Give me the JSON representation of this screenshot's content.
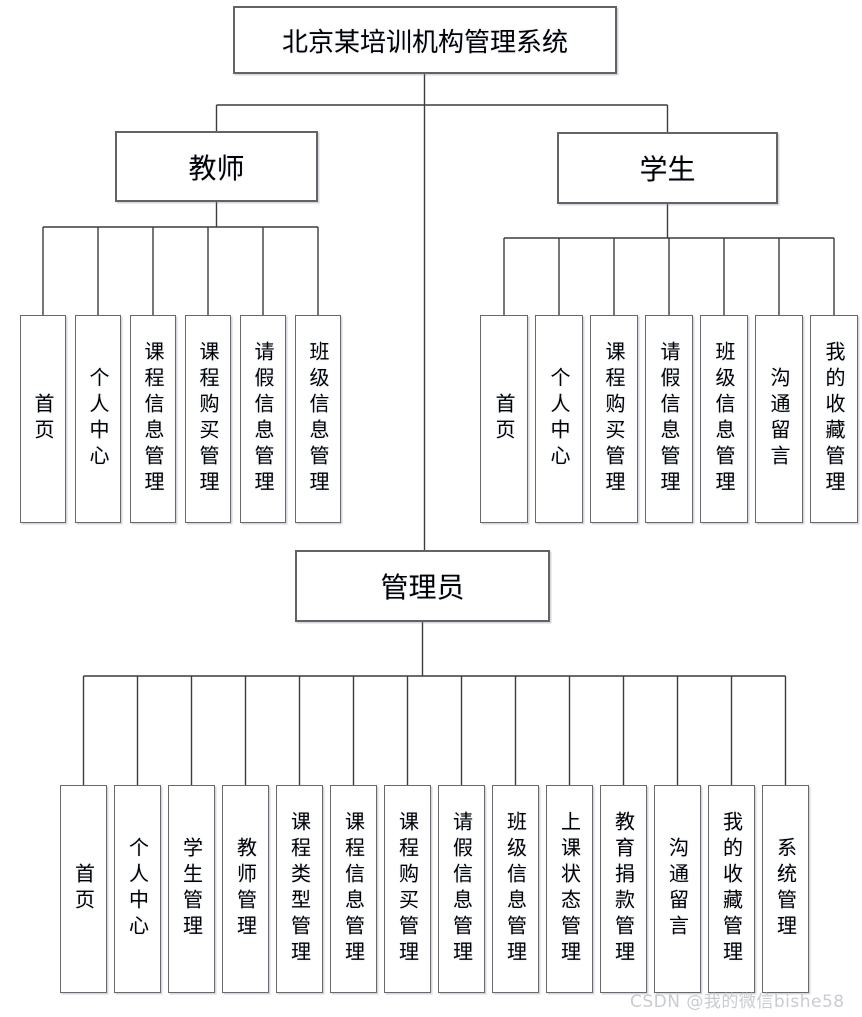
{
  "tree": {
    "root": {
      "label": "北京某培训机构管理系统"
    },
    "branches": [
      {
        "label": "教师",
        "children": [
          "首页",
          "个人中心",
          "课程信息管理",
          "课程购买管理",
          "请假信息管理",
          "班级信息管理"
        ]
      },
      {
        "label": "学生",
        "children": [
          "首页",
          "个人中心",
          "课程购买管理",
          "请假信息管理",
          "班级信息管理",
          "沟通留言",
          "我的收藏管理"
        ]
      },
      {
        "label": "管理员",
        "children": [
          "首页",
          "个人中心",
          "学生管理",
          "教师管理",
          "课程类型管理",
          "课程信息管理",
          "课程购买管理",
          "请假信息管理",
          "班级信息管理",
          "上课状态管理",
          "教育捐款管理",
          "沟通留言",
          "我的收藏管理",
          "系统管理"
        ]
      }
    ]
  },
  "watermark": "CSDN @我的微信bishe58",
  "colors": {
    "background": "#ffffff",
    "box_border": "#636363",
    "connector_line": "#3c3c3c",
    "text": "#000000",
    "watermark": "#c9cbd0"
  }
}
